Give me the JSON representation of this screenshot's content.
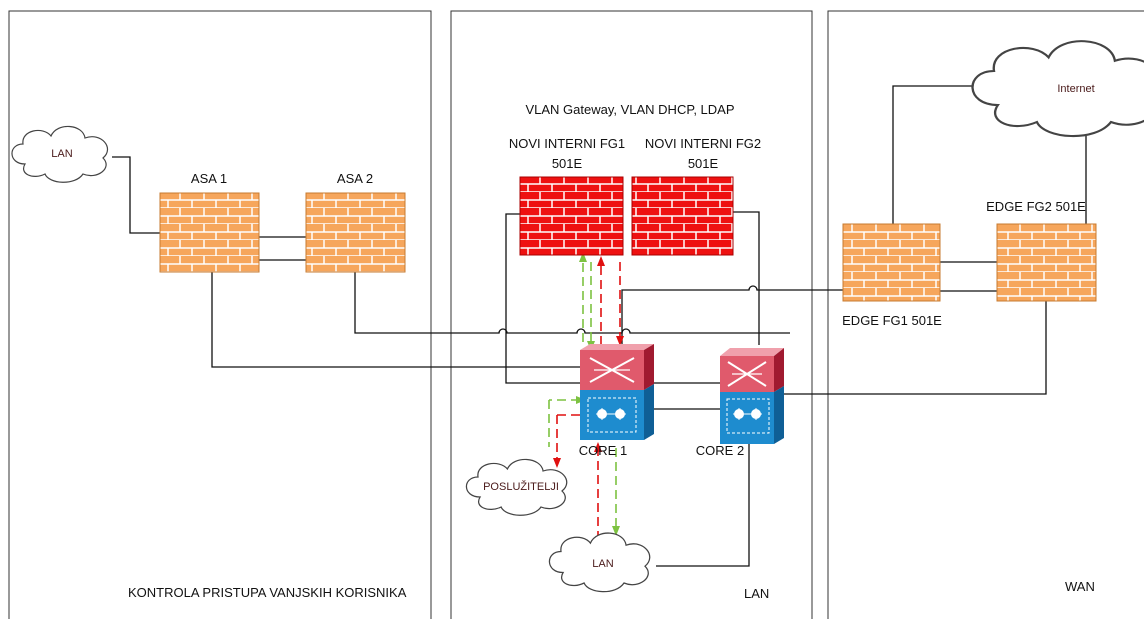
{
  "zones": {
    "access_control": "KONTROLA PRISTUPA VANJSKIH KORISNIKA",
    "lan": "LAN",
    "wan": "WAN"
  },
  "header": "VLAN Gateway, VLAN DHCP, LDAP",
  "devices": {
    "asa1": "ASA 1",
    "asa2": "ASA 2",
    "fg1_line1": "NOVI INTERNI FG1",
    "fg1_line2": "501E",
    "fg2_line1": "NOVI INTERNI FG2",
    "fg2_line2": "501E",
    "edge_fg1": "EDGE FG1 501E",
    "edge_fg2": "EDGE FG2 501E",
    "core1": "CORE 1",
    "core2": "CORE 2"
  },
  "clouds": {
    "lan_left": "LAN",
    "internet": "Internet",
    "servers": "POSLUŽITELJI",
    "lan_bottom": "LAN"
  },
  "colors": {
    "orange_firewall": "#f6a65c",
    "red_firewall": "#ee1111",
    "switch_red": "#d02040",
    "switch_blue": "#1e8ccf",
    "flow_green": "#7dc241",
    "flow_red": "#e01010"
  },
  "icons": {
    "firewall": "brick-wall-icon",
    "switch": "layer3-switch-icon",
    "cloud": "cloud-icon"
  }
}
